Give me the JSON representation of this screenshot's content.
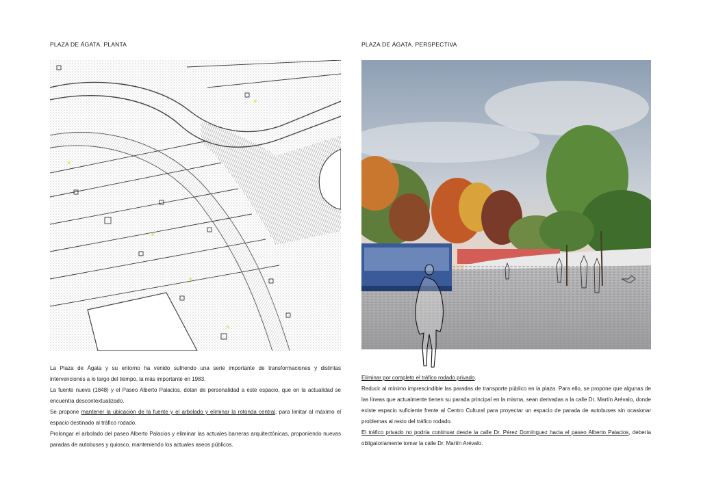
{
  "headings": {
    "left": "PLAZA DE ÁGATA. PLANTA",
    "right": "PLAZA DE ÁGATA. PERSPECTIVA"
  },
  "left_text": {
    "p1": "La Plaza de Ágata y su entorno ha venido sufriendo una serie importante de transformaciones y distintas intervenciones a lo largo del tiempo, la más importante en 1983.",
    "p2": "La fuente nueva (1848) y el Paseo Alberto Palacios, dotan de personalidad a este espacio, que en la actualidad se encuentra descontextualizado.",
    "p3_prefix": "Se propone ",
    "p3_underlined": "mantener la ubicación de la fuente y el arbolado y eliminar la rotonda central",
    "p3_suffix": ", para limitar al máximo el espacio destinado al tráfico rodado.",
    "p4": "Prolongar el arbolado del paseo Alberto Palacios y eliminar las actuales barreras arquitectónicas, proponiendo nuevas paradas de autobuses y quiosco, manteniendo los actuales aseos públicos."
  },
  "right_text": {
    "p1_underlined": "Eliminar por completo el tráfico rodado privado",
    "p1_suffix": ".",
    "p2": "Reducir al mínimo imprescindible las paradas de transporte público en la plaza. Para ello, se propone que algunas de las líneas que actualmente tienen su parada principal en la misma, sean derivadas a la calle Dr. Martín Arévalo, donde existe espacio suficiente frente al Centro Cultural para proyectar un espacio de parada de autobuses sin ocasionar problemas al resto del tráfico rodado.",
    "p3_underlined": "El tráfico privado no podría continuar desde la calle Dr. Pérez Domínguez hacia el paseo Alberto Palacios",
    "p3_suffix": ", debería obligatoriamente tomar la calle Dr. Martín Arévalo."
  },
  "colors": {
    "sky_top": "#9fb0c2",
    "sky_glow": "#efd7c6",
    "pavement": "#a9a9ab",
    "tree_green": "#4f7a34",
    "tree_orange": "#c8662b",
    "bus_blue": "#3a5a9a",
    "plan_line": "#555555"
  }
}
